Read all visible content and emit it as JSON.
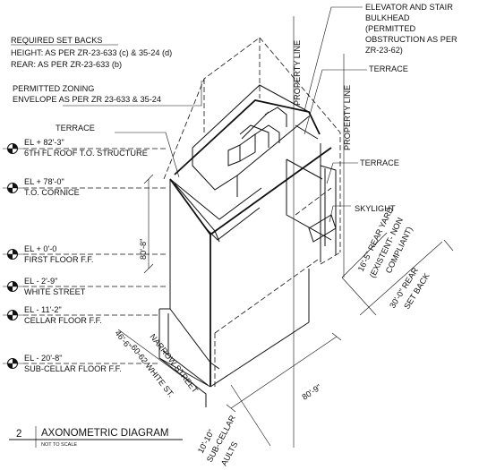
{
  "setbacks": {
    "heading": "REQUIRED SET BACKS",
    "line1": "HEIGHT: AS PER ZR-23-633 (c) & 35-24 (d)",
    "line2": "REAR: AS PER ZR-23-633 (b)"
  },
  "envelope": {
    "line1": "PERMITTED ZONING",
    "line2": "ENVELOPE AS PER  ZR 23-633 & 35-24"
  },
  "bulkhead": {
    "line1": "ELEVATOR AND STAIR",
    "line2": "BULKHEAD",
    "line3": "(PERMITTED",
    "line4": "OBSTRUCTION AS PER",
    "line5": "ZR-23-62)"
  },
  "labels": {
    "terrace_top": "TERRACE",
    "terrace_left": "TERRACE",
    "terrace_right": "TERRACE",
    "skylight": "SKYLIGHT",
    "property_line_1": "PROPERTY LINE",
    "property_line_2": "PROPERTY LINE"
  },
  "levels": [
    {
      "el": "EL + 82'-3\"",
      "name": "6TH FL ROOF T.O. STRUCTURE"
    },
    {
      "el": "EL + 78'-0\"",
      "name": "T.O. CORNICE"
    },
    {
      "el": "EL + 0'-0",
      "name": "FIRST FLOOR F.F."
    },
    {
      "el": "EL - 2'-9\"",
      "name": "WHITE STREET"
    },
    {
      "el": "EL - 11'-2\"",
      "name": "CELLAR FLOOR F.F."
    },
    {
      "el": "EL - 20'-8\"",
      "name": "SUB-CELLAR FLOOR F.F."
    }
  ],
  "dimensions": {
    "height": "80'-8\"",
    "depth": "80'-9\"",
    "frontage": "46'-6\"",
    "vault": "10'-10\"",
    "vault_line2": "SUB-CELLAR",
    "vault_line3": "AULTS",
    "rear_yard_1": "16'-5\" REAR YARD",
    "rear_yard_2": "(EXISTENT- NON",
    "rear_yard_3": "COMPLIANT)",
    "setback_1": "30'-0\" REAR",
    "setback_2": "SET BACK"
  },
  "street": {
    "line1": "NARROW STREET",
    "line2": "60-62 WHITE ST."
  },
  "title_block": {
    "number": "2",
    "title": "AXONOMETRIC DIAGRAM",
    "scale": "NOT TO SCALE"
  }
}
